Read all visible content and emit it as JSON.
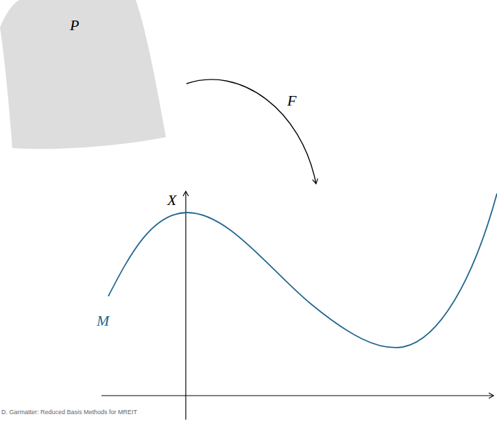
{
  "diagram": {
    "nodes": [
      {
        "text": [
          "P"
        ]
      }
    ],
    "labels": [
      "F",
      "X",
      "M",
      "D. Garmatter: Reduced Basis Methods for MREIT"
    ]
  }
}
